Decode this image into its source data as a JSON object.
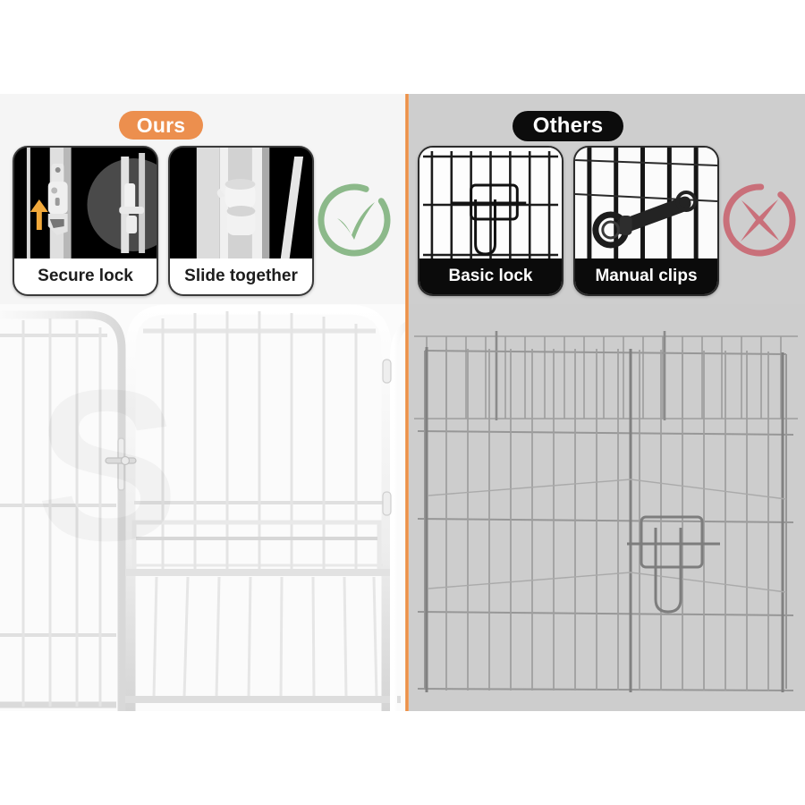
{
  "comparison": {
    "left": {
      "badge": "Ours",
      "badge_color": "#ec8f4e",
      "verdict_icon": "check-circle-icon",
      "verdict_color": "#8cb98a",
      "background_color": "#f5f5f5",
      "features": [
        {
          "caption": "Secure lock",
          "image": "white-metal-latch-with-orange-up-arrow"
        },
        {
          "caption": "Slide together",
          "image": "white-tube-hinge-connector"
        }
      ],
      "product_image": "white-arched-metal-pet-playpen-with-gate-door"
    },
    "right": {
      "badge": "Others",
      "badge_color": "#0c0c0c",
      "verdict_icon": "cross-circle-icon",
      "verdict_color": "#c9707a",
      "background_color": "#cecece",
      "features": [
        {
          "caption": "Basic lock",
          "image": "black-wire-mesh-u-shaped-drop-latch"
        },
        {
          "caption": "Manual clips",
          "image": "black-carabiner-clip-on-wire-bars"
        }
      ],
      "product_image": "grey-wire-mesh-pet-playpen-octagon"
    },
    "divider_color": "#e8883c"
  },
  "watermark": {
    "text": "S"
  }
}
